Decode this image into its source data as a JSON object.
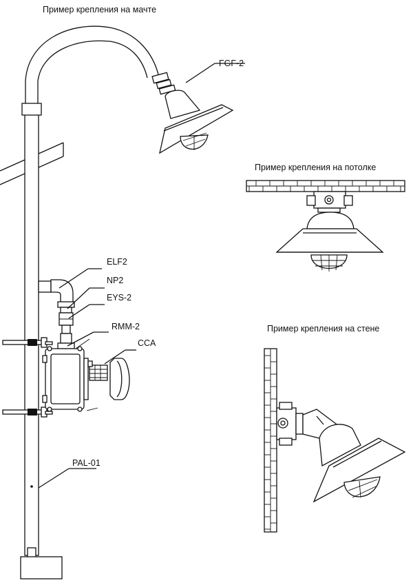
{
  "captions": {
    "mast": "Пример крепления на мачте",
    "ceiling": "Пример крепления на потолке",
    "wall": "Пример крепления на стене"
  },
  "labels": {
    "fgf2": "FGF-2",
    "elf2": "ELF2",
    "np2": "NP2",
    "eys2": "EYS-2",
    "rmm2": "RMM-2",
    "cca": "CCA",
    "pal01": "PAL-01"
  },
  "colors": {
    "line": "#111111",
    "background": "#ffffff"
  }
}
